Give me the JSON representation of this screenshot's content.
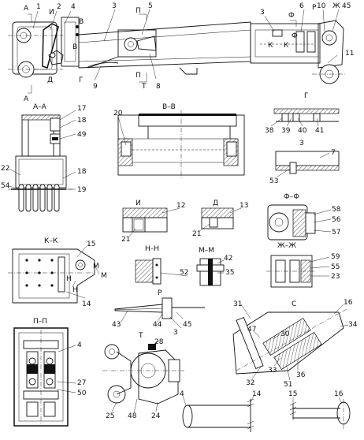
{
  "views": {
    "main": {
      "section_marks": [
        "А",
        "А",
        "И",
        "В",
        "В",
        "П",
        "П",
        "Д",
        "Г",
        "Т",
        "Ф",
        "Ж",
        "К",
        "К",
        "Р",
        "Ф"
      ],
      "callouts": [
        "1",
        "2",
        "3",
        "4",
        "5",
        "8",
        "9",
        "3",
        "6",
        "10",
        "45",
        "11"
      ]
    },
    "a_a": {
      "title": "А–А",
      "callouts": [
        "17",
        "18",
        "49",
        "22",
        "54",
        "18",
        "19"
      ]
    },
    "v_v": {
      "title": "В–В",
      "callouts": [
        "20"
      ]
    },
    "g": {
      "title": "Г",
      "callouts": [
        "38",
        "39",
        "40",
        "41"
      ]
    },
    "z": {
      "title": "З",
      "callouts": [
        "7",
        "53"
      ]
    },
    "i": {
      "title": "И",
      "callouts": [
        "12",
        "21"
      ]
    },
    "d": {
      "title": "Д",
      "callouts": [
        "13",
        "21"
      ]
    },
    "f_f": {
      "title": "Ф–Ф",
      "callouts": [
        "58",
        "56",
        "57"
      ]
    },
    "k_k": {
      "title": "К–К",
      "callouts": [
        "15",
        "14"
      ],
      "marks": [
        "М",
        "М",
        "Н",
        "Н"
      ]
    },
    "n_n": {
      "title": "Н–Н",
      "callouts": [
        "52"
      ]
    },
    "m_m": {
      "title": "М–М",
      "callouts": [
        "42",
        "35"
      ]
    },
    "zh_zh": {
      "title": "Ж–Ж",
      "callouts": [
        "59",
        "55",
        "23"
      ]
    },
    "r": {
      "title": "Р",
      "callouts": [
        "43",
        "44",
        "45",
        "3"
      ]
    },
    "s": {
      "title": "С",
      "callouts": [
        "31",
        "16",
        "47",
        "34",
        "30",
        "33",
        "36",
        "32",
        "51"
      ]
    },
    "p_p": {
      "title": "П–П",
      "callouts": [
        "4",
        "27",
        "50"
      ]
    },
    "t": {
      "title": "Т",
      "callouts": [
        "28",
        "25",
        "48",
        "24"
      ]
    },
    "scheme1": {
      "callouts": [
        "4",
        "14"
      ]
    },
    "scheme2": {
      "callouts": [
        "15",
        "16"
      ]
    }
  }
}
